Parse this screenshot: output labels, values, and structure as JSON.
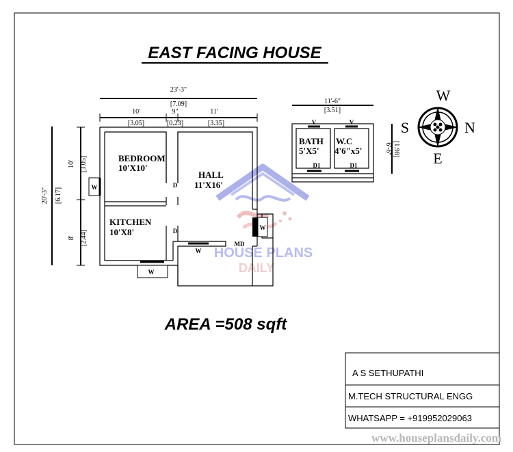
{
  "title": "EAST FACING HOUSE",
  "area": "AREA =508 sqft",
  "overall_dims": {
    "width_ft": "23'-3\"",
    "width_m": "[7.09]",
    "seg1_ft": "10'",
    "seg1_m": "[3.05]",
    "seg2_ft": "9\"",
    "seg2_m": "[0.23]",
    "seg3_ft": "11'",
    "seg3_m": "[3.35]",
    "depth_ft": "20'-3\"",
    "depth_m": "[6.17]",
    "upper_ft": "10'",
    "upper_m": "[3.05]",
    "lower_ft": "8'",
    "lower_m": "[2.44]"
  },
  "rooms": {
    "bedroom": {
      "name": "BEDROOM",
      "size": "10'X10'"
    },
    "hall": {
      "name": "HALL",
      "size": "11'X16'"
    },
    "kitchen": {
      "name": "KITCHEN",
      "size": "10'X8'"
    }
  },
  "labels": {
    "window": "W",
    "door": "D",
    "main_door": "MD",
    "door1": "D1",
    "vent": "V"
  },
  "toilet": {
    "width_ft": "11'-6\"",
    "width_m": "[3.51]",
    "height_ft": "6'-6\"",
    "height_m": "[1.98]",
    "bath_name": "BATH",
    "bath_size": "5'X5'",
    "wc_name": "W.C",
    "wc_size": "4'6\"x5'"
  },
  "compass": {
    "top": "W",
    "left": "S",
    "right": "N",
    "bottom": "E"
  },
  "watermark": {
    "line1": "HOUSE PLANS",
    "line2": "DAILY"
  },
  "titleblock": {
    "name": "A S SETHUPATHI",
    "qualification": "M.TECH STRUCTURAL ENGG",
    "whatsapp": "WHATSAPP = +919952029063"
  },
  "website": "www.houseplansdaily.com"
}
